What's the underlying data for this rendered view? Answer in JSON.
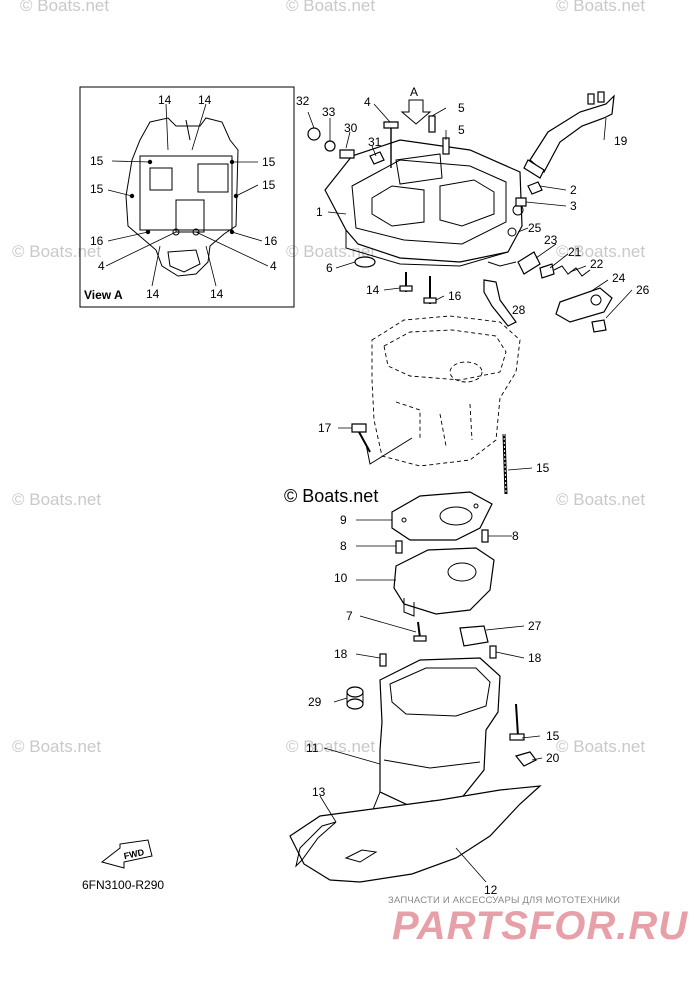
{
  "watermarks": {
    "text": "© Boats.net",
    "main": "© Boats.net"
  },
  "diagram_code": "6FN3100-R290",
  "view_label": "View A",
  "arrow_label": "A",
  "fwd_label": "FWD",
  "partsfor": {
    "tagline": "ЗАПЧАСТИ И АКСЕССУАРЫ ДЛЯ МОТОТЕХНИКИ",
    "logo": "PARTSFOR.RU"
  },
  "callouts": {
    "c1": "1",
    "c2": "2",
    "c3": "3",
    "c4": "4",
    "c5a": "5",
    "c5b": "5",
    "c6": "6",
    "c7": "7",
    "c8a": "8",
    "c8b": "8",
    "c9": "9",
    "c10": "10",
    "c11": "11",
    "c12": "12",
    "c13": "13",
    "c14": "14",
    "c15a": "15",
    "c15b": "15",
    "c16": "16",
    "c17": "17",
    "c18a": "18",
    "c18b": "18",
    "c19": "19",
    "c20": "20",
    "c21": "21",
    "c22": "22",
    "c23": "23",
    "c24": "24",
    "c25": "25",
    "c26": "26",
    "c27": "27",
    "c28": "28",
    "c29": "29",
    "c30": "30",
    "c31": "31",
    "c32": "32",
    "c33": "33"
  },
  "view_a_callouts": {
    "t14a": "14",
    "t14b": "14",
    "t15a": "15",
    "t15b": "15",
    "t15c": "15",
    "t15d": "15",
    "t16a": "16",
    "t16b": "16",
    "t4a": "4",
    "t4b": "4",
    "t14c": "14",
    "t14d": "14"
  }
}
